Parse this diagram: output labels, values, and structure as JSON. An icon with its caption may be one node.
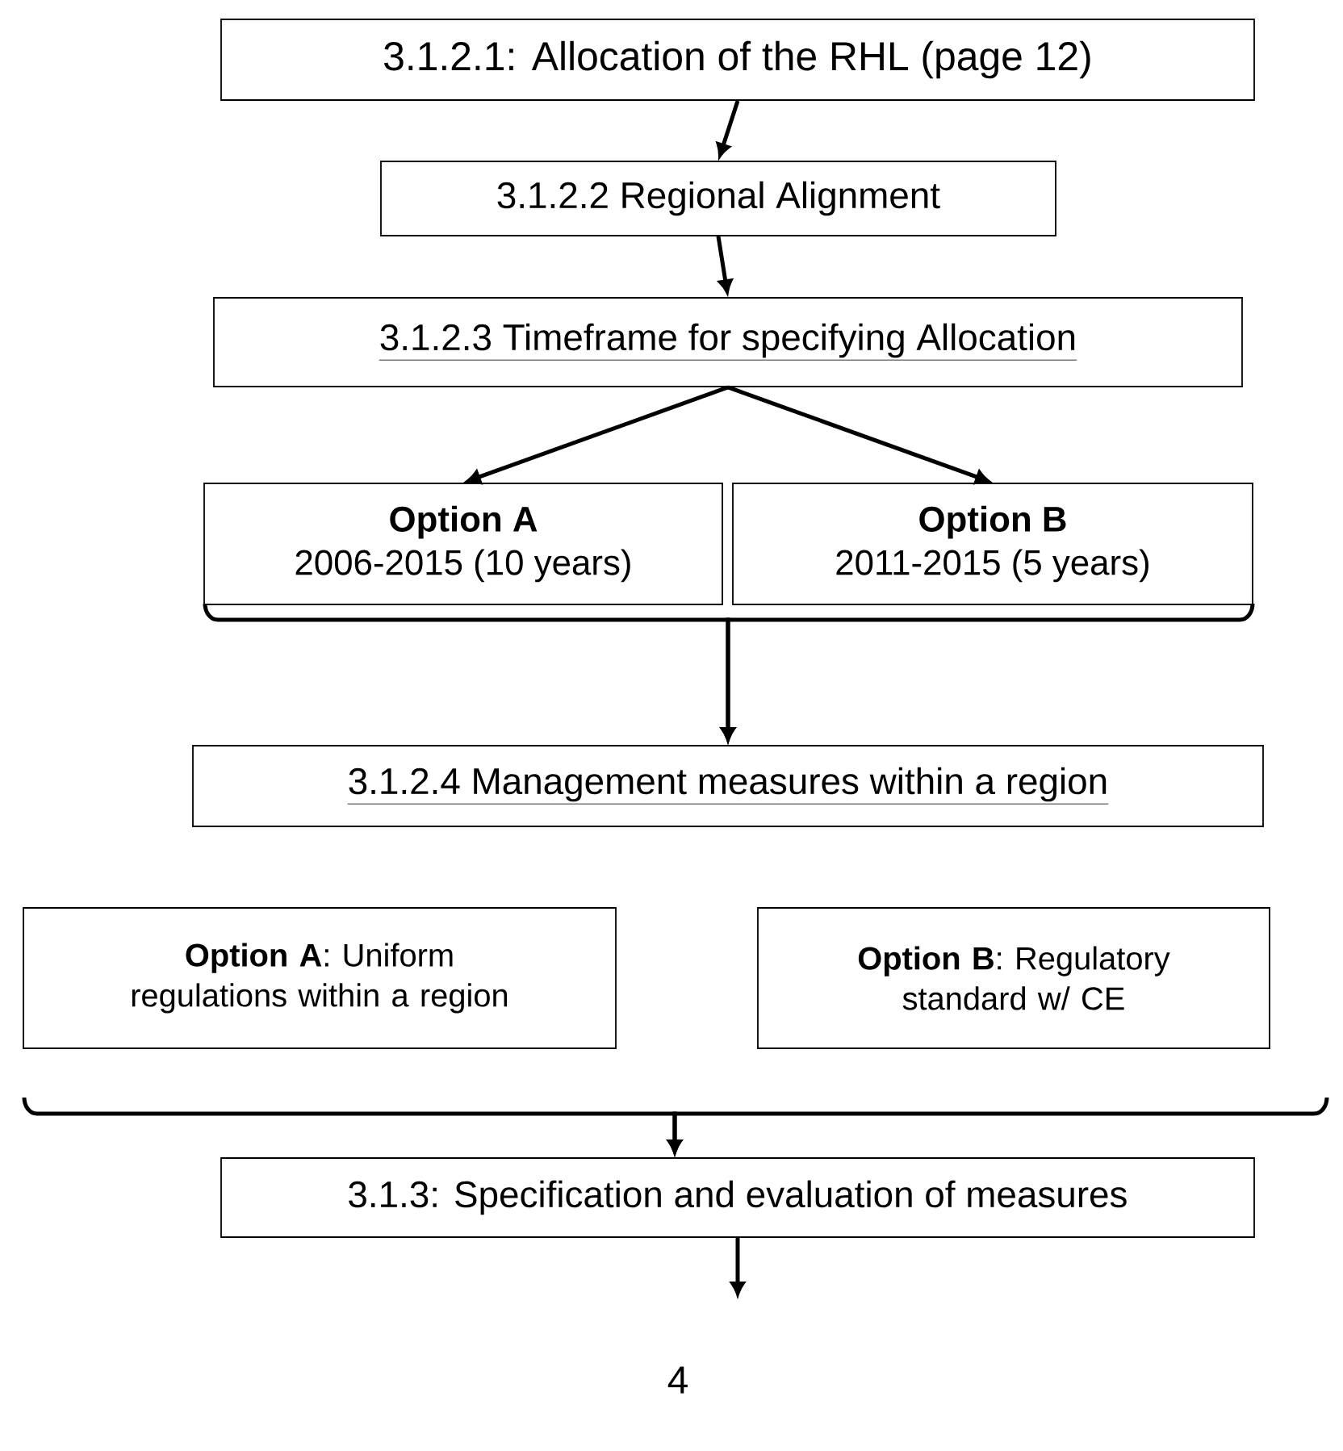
{
  "diagram": {
    "nodes": [
      {
        "text": [
          "3.1.2.1: Allocation of the RHL (page 12)"
        ]
      },
      {
        "text": [
          "3.1.2.2 Regional Alignment"
        ]
      },
      {
        "text": [
          "3.1.2.3 Timeframe for specifying Allocation"
        ]
      },
      {
        "text": [
          "Option A",
          "2006-2015 (10 years)"
        ]
      },
      {
        "text": [
          "Option B",
          "2011-2015 (5 years)"
        ]
      },
      {
        "text": [
          "3.1.2.4 Management measures within a region"
        ]
      },
      {
        "text": [
          "**Option A**: Uniform regulations within a region"
        ]
      },
      {
        "text": [
          "**Option B**: Regulatory standard w/ CE"
        ]
      },
      {
        "text": [
          "3.1.3: Specification and evaluation of measures"
        ]
      }
    ],
    "edges": [
      {
        "from": 0,
        "to": 1,
        "arrow": "to"
      },
      {
        "from": 1,
        "to": 2,
        "arrow": "to"
      },
      {
        "from": 2,
        "to": 3,
        "arrow": "to"
      },
      {
        "from": 2,
        "to": 4,
        "arrow": "to"
      },
      {
        "from": 3,
        "to": 5,
        "arrow": "to"
      },
      {
        "from": 4,
        "to": 5,
        "arrow": "to"
      },
      {
        "from": 6,
        "to": 8,
        "arrow": "to"
      },
      {
        "from": 7,
        "to": 8,
        "arrow": "to"
      },
      {
        "from": 8,
        "to": null,
        "arrow": "to"
      }
    ],
    "labels": [
      "4"
    ]
  }
}
